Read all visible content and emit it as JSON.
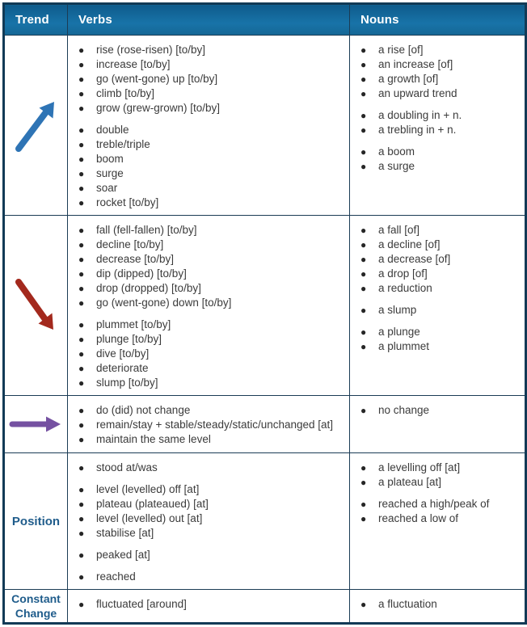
{
  "table": {
    "headers": [
      "Trend",
      "Verbs",
      "Nouns"
    ],
    "rows": [
      {
        "trend": {
          "type": "icon",
          "icon": "up-arrow",
          "color": "#2E74B5"
        },
        "verbs": [
          [
            "rise (rose-risen) [to/by]",
            "increase [to/by]",
            "go (went-gone) up [to/by]",
            "climb [to/by]",
            "grow (grew-grown) [to/by]"
          ],
          [
            "double",
            "treble/triple",
            "boom",
            "surge",
            "soar",
            "rocket [to/by]"
          ]
        ],
        "nouns": [
          [
            "a rise [of]",
            "an increase [of]",
            "a growth [of]",
            "an upward trend"
          ],
          [
            "a doubling in + n.",
            "a trebling in + n."
          ],
          [
            "a boom",
            "a surge"
          ]
        ]
      },
      {
        "trend": {
          "type": "icon",
          "icon": "down-arrow",
          "color": "#A3291D"
        },
        "verbs": [
          [
            "fall (fell-fallen) [to/by]",
            "decline [to/by]",
            "decrease [to/by]",
            "dip (dipped) [to/by]",
            "drop (dropped) [to/by]",
            "go (went-gone) down [to/by]"
          ],
          [
            "plummet [to/by]",
            "plunge [to/by]",
            "dive [to/by]",
            "deteriorate",
            "slump [to/by]"
          ]
        ],
        "nouns": [
          [
            "a fall [of]",
            "a decline [of]",
            "a decrease [of]",
            "a drop [of]",
            "a reduction"
          ],
          [
            "a slump"
          ],
          [
            "a plunge",
            "a plummet"
          ]
        ]
      },
      {
        "trend": {
          "type": "icon",
          "icon": "right-arrow",
          "color": "#7551A1"
        },
        "verbs": [
          [
            "do (did) not change",
            "remain/stay + stable/steady/static/unchanged [at]",
            "maintain the same level"
          ]
        ],
        "nouns": [
          [
            "no change"
          ]
        ]
      },
      {
        "trend": {
          "type": "label",
          "label": "Position"
        },
        "verbs": [
          [
            "stood at/was"
          ],
          [
            "level (levelled) off [at]",
            "plateau (plateaued) [at]",
            "level (levelled) out [at]",
            "stabilise [at]"
          ],
          [
            "peaked [at]"
          ],
          [
            "reached"
          ]
        ],
        "nouns": [
          [
            "a levelling off [at]",
            "a plateau [at]"
          ],
          [
            "reached a high/peak of",
            "reached a low of"
          ]
        ]
      },
      {
        "trend": {
          "type": "label",
          "label": "Constant Change"
        },
        "verbs": [
          [
            "fluctuated [around]"
          ]
        ],
        "nouns": [
          [
            "a fluctuation"
          ]
        ]
      }
    ]
  },
  "colors": {
    "header_background": "#15689B",
    "header_text": "#FFFFFF",
    "grid_border": "#1B3C55",
    "body_text": "#3B3B3B",
    "trend_label_text": "#1F5C8B",
    "up_arrow": "#2E74B5",
    "down_arrow": "#A3291D",
    "right_arrow": "#7551A1"
  }
}
